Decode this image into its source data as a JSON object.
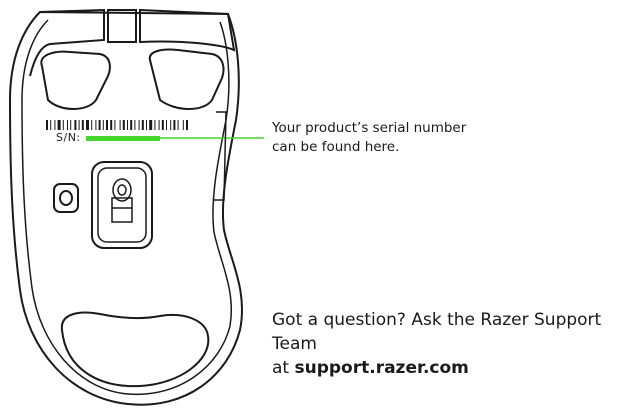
{
  "serial_label": "S/N:",
  "callout": {
    "line1": "Your product’s serial number",
    "line2": "can be found here."
  },
  "support": {
    "line1": "Got a question? Ask the Razer Support Team",
    "line2_prefix": "at ",
    "url": "support.razer.com"
  },
  "colors": {
    "accent": "#44d62c",
    "outline": "#1a1a1a"
  },
  "icons": {
    "mouse": "mouse-underside-illustration"
  }
}
